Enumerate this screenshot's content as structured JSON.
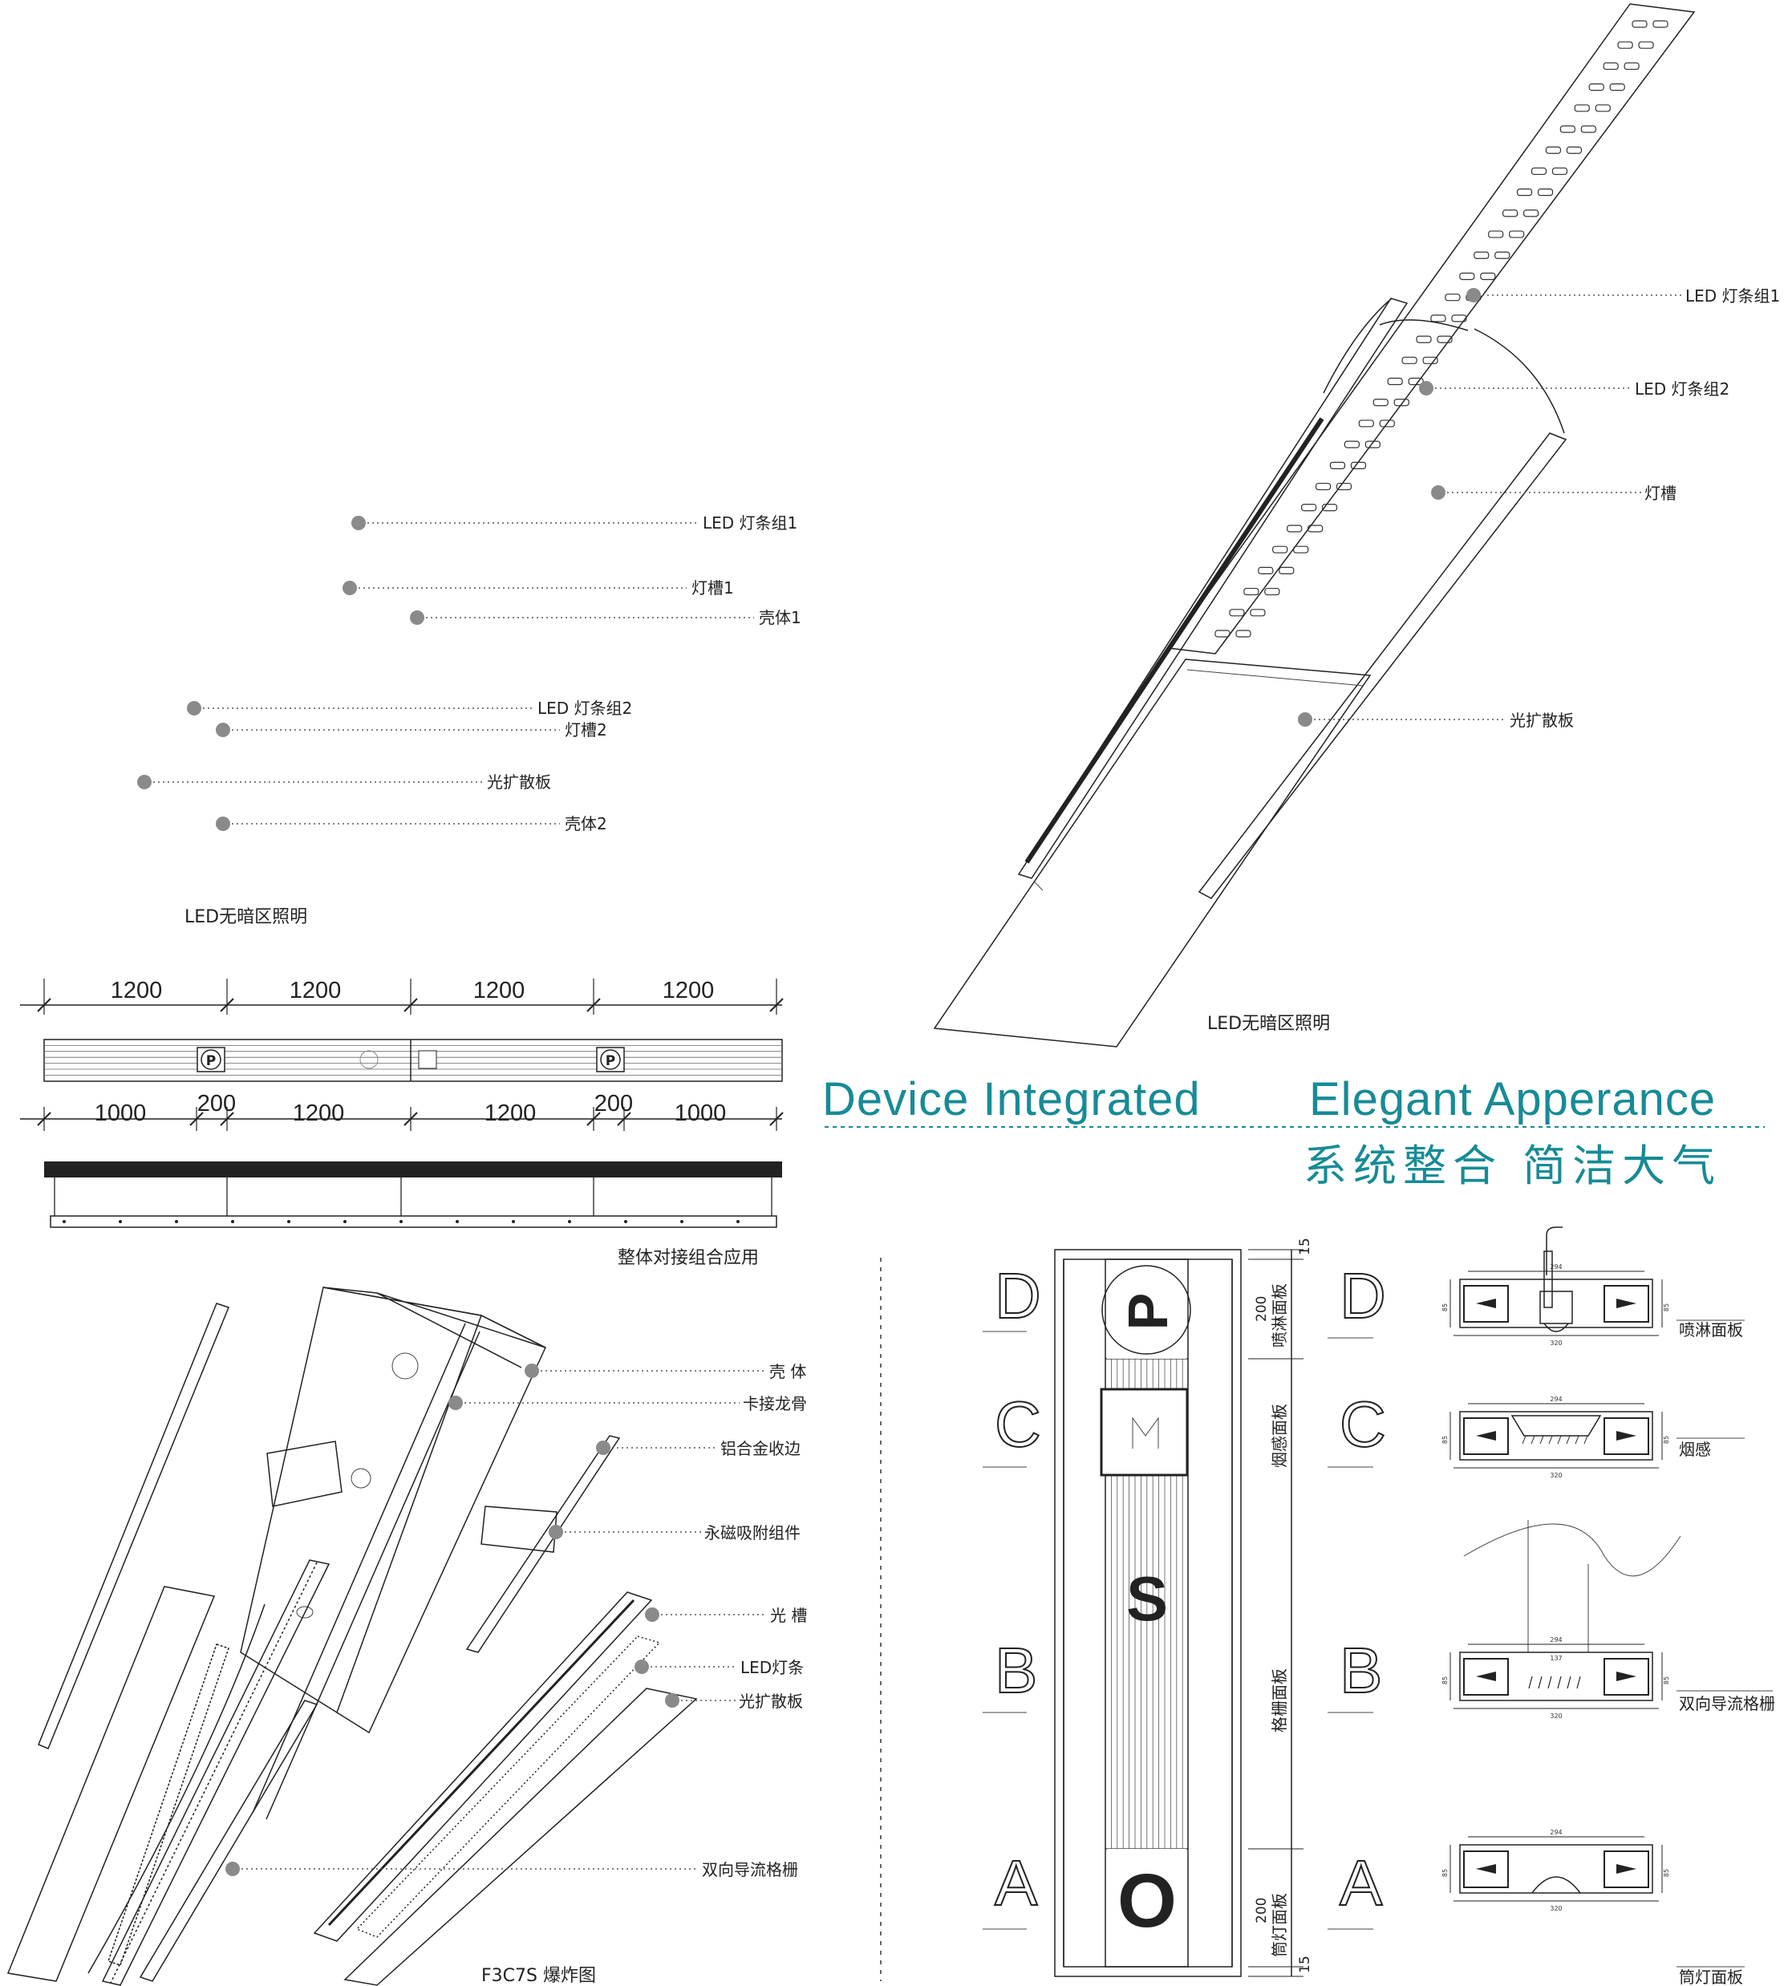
{
  "headline": {
    "english_left": "Device Integrated",
    "english_right": "Elegant Apperance",
    "chinese": "系统整合 简洁大气",
    "color": "#178b96"
  },
  "left_callouts": [
    "LED 灯条组1",
    "灯槽1",
    "壳体1",
    "LED 灯条组2",
    "灯槽2",
    "光扩散板",
    "壳体2"
  ],
  "left_caption": "LED无暗区照明",
  "right_callouts": [
    "LED 灯条组1",
    "LED 灯条组2",
    "灯槽",
    "光扩散板"
  ],
  "right_caption": "LED无暗区照明",
  "assembly": {
    "top_dims": [
      "1200",
      "1200",
      "1200",
      "1200"
    ],
    "bottom_dims": [
      "1000",
      "200",
      "1200",
      "1200",
      "200",
      "1000"
    ],
    "p_marker": "P",
    "caption": "整体对接组合应用"
  },
  "exploded": {
    "callouts": [
      "壳 体",
      "卡接龙骨",
      "铝合金收边",
      "永磁吸附组件",
      "光 槽",
      "LED灯条",
      "光扩散板",
      "双向导流格栅"
    ],
    "caption": "F3C7S 爆炸图"
  },
  "panel_plan": {
    "section_letters": [
      "D",
      "C",
      "B",
      "A"
    ],
    "symbols": [
      "P",
      "S",
      "O"
    ],
    "vertical_labels": [
      "喷淋面板",
      "烟感面板",
      "格栅面板",
      "筒灯面板"
    ],
    "dims": [
      "15",
      "200",
      "200",
      "15"
    ]
  },
  "sections": [
    {
      "letter": "D",
      "label": "喷淋面板"
    },
    {
      "letter": "C",
      "label": "烟感"
    },
    {
      "letter": "B",
      "label": "双向导流格栅"
    },
    {
      "letter": "A",
      "label": "筒灯面板"
    }
  ],
  "section_dims": {
    "outer": "320",
    "top": "294",
    "inner": "137",
    "height": "85"
  }
}
